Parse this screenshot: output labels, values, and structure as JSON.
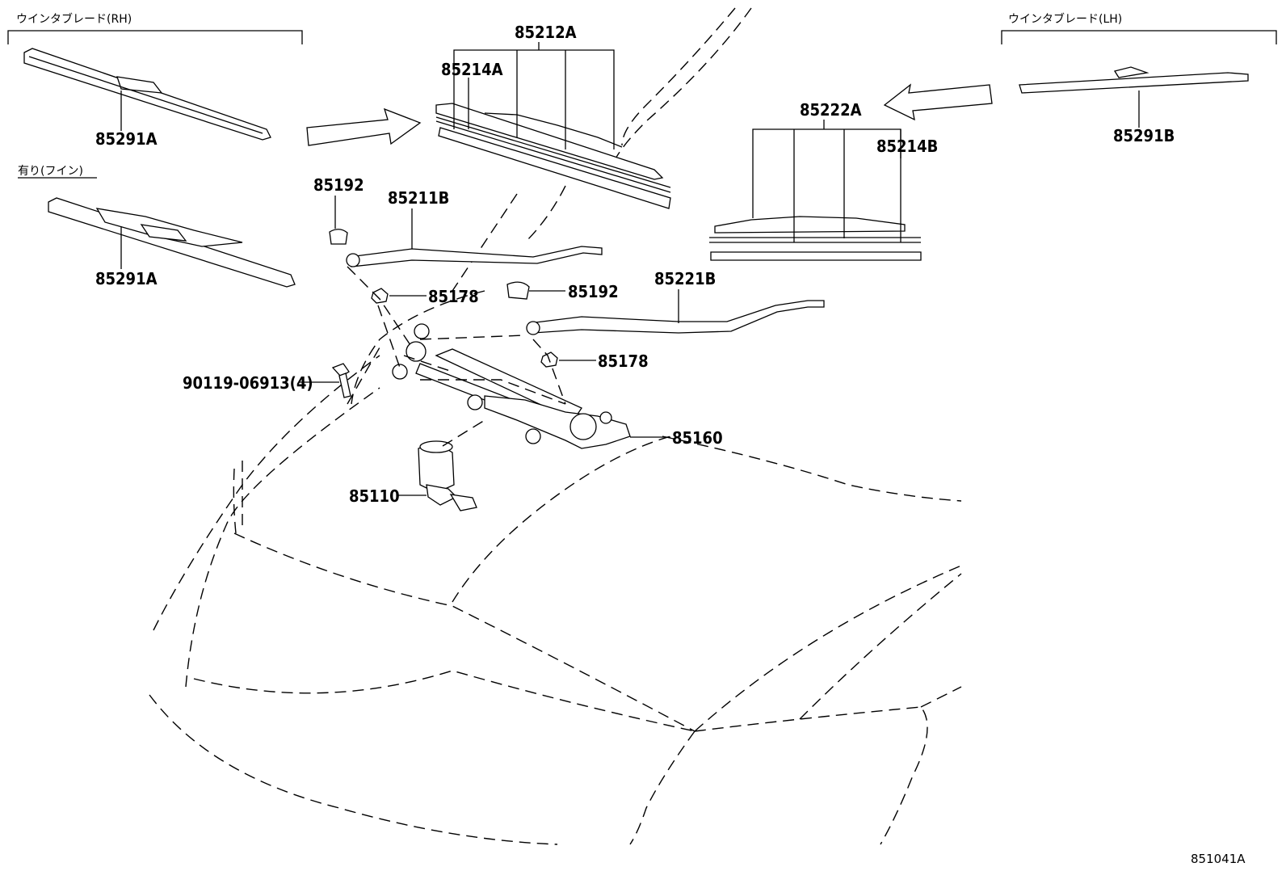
{
  "groups": {
    "rh_blade": "ウインタブレード(RH)",
    "lh_blade": "ウインタブレード(LH)",
    "with_fin": "有り(フイン)"
  },
  "parts": {
    "p85291A_top": "85291A",
    "p85291A_fin": "85291A",
    "p85291B": "85291B",
    "p85212A": "85212A",
    "p85214A": "85214A",
    "p85222A": "85222A",
    "p85214B": "85214B",
    "p85192_left": "85192",
    "p85192_right": "85192",
    "p85211B": "85211B",
    "p85221B": "85221B",
    "p85178_left": "85178",
    "p85178_right": "85178",
    "p90119": "90119-06913(4)",
    "p85160": "85160",
    "p85110": "85110"
  },
  "diagram_code": "851041A"
}
